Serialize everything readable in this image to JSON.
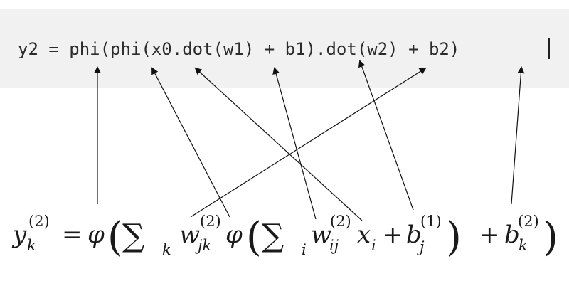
{
  "code": {
    "line": "y2 = phi(phi(x0.dot(w1) + b1).dot(w2) + b2)"
  },
  "equation": {
    "y": "y",
    "y_sub": "k",
    "y_sup": "(2)",
    "equals": "=",
    "phi_outer": "φ",
    "lparen_outer": "(",
    "sum_outer": "∑",
    "sum_outer_sub": "k",
    "w_outer": "w",
    "w_outer_sub": "jk",
    "w_outer_sup": "(2)",
    "phi_inner": "φ",
    "lparen_inner": "(",
    "sum_inner": "∑",
    "sum_inner_sub": "i",
    "w_inner": "w",
    "w_inner_sub": "ij",
    "w_inner_sup": "(2)",
    "x": "x",
    "x_sub": "i",
    "plus_inner": "+",
    "b_inner": "b",
    "b_inner_sub": "j",
    "b_inner_sup": "(1)",
    "rparen_inner": ")",
    "plus_outer": "+",
    "b_outer": "b",
    "b_outer_sub": "k",
    "b_outer_sup": "(2)",
    "rparen_outer": ")"
  },
  "colors": {
    "band": "#f1f1f1",
    "text": "#2b2b2b",
    "arrow": "#111111"
  }
}
